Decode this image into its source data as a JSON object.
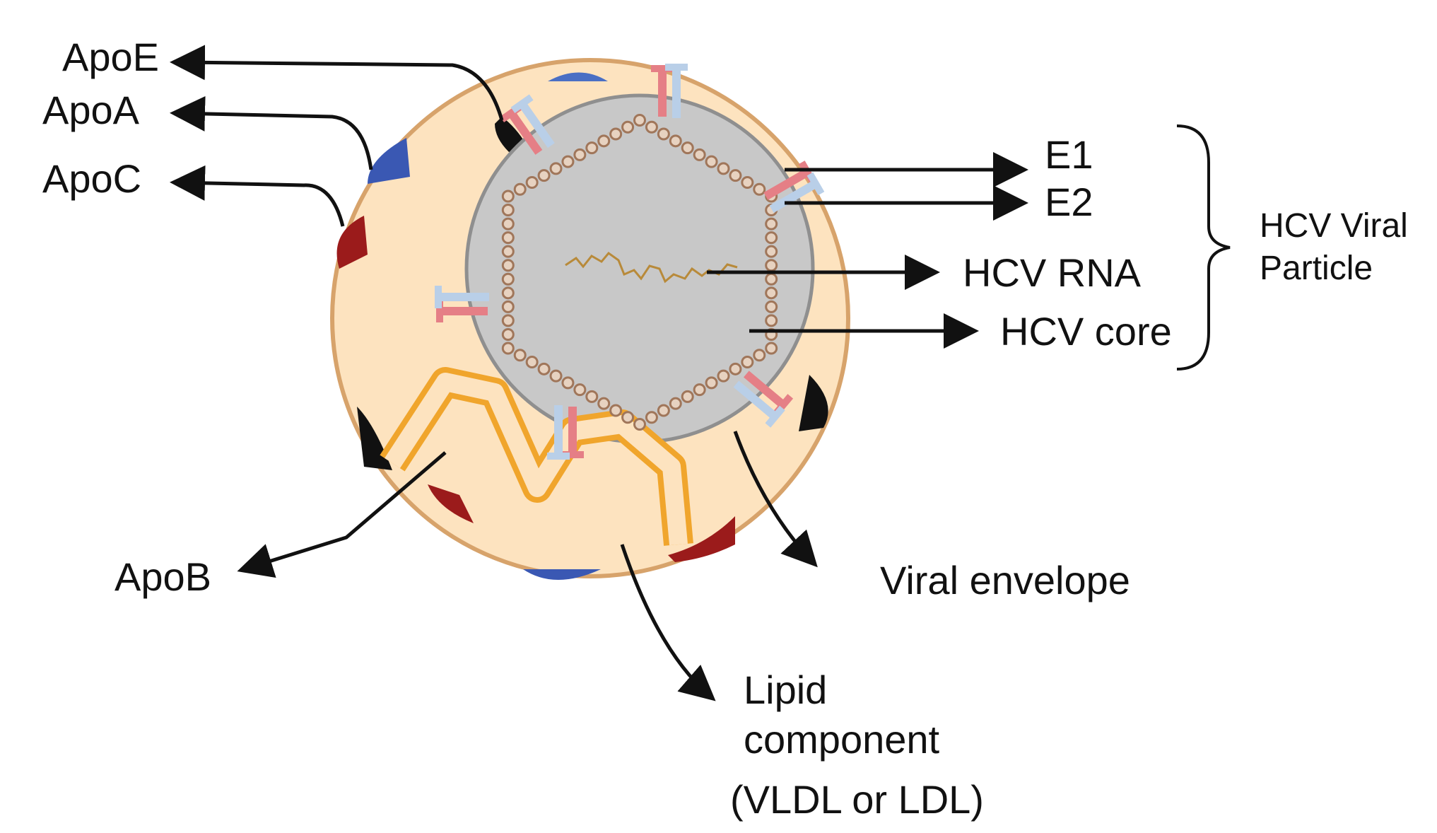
{
  "labels": {
    "apoe": "ApoE",
    "apoa": "ApoA",
    "apoc": "ApoC",
    "apob": "ApoB",
    "e1": "E1",
    "e2": "E2",
    "hcv_rna": "HCV RNA",
    "hcv_core": "HCV core",
    "hcv_viral_particle_line1": "HCV Viral",
    "hcv_viral_particle_line2": "Particle",
    "viral_envelope": "Viral envelope",
    "lipid_line1": "Lipid",
    "lipid_line2": "component",
    "lipid_line3": "(VLDL or LDL)"
  },
  "colors": {
    "lipid_fill": "#fde3bf",
    "lipid_outline": "#d7a36b",
    "viral_core": "#c8c8c8",
    "viral_core_outline": "#8f8f8f",
    "capsid_bead": "#a0765a",
    "rna": "#b88a3a",
    "apob_band": "#f0a52c",
    "apoe": "#111111",
    "apoa": "#3a58b3",
    "apoc": "#9b1b1b",
    "e1": "#e57f86",
    "e2": "#b9cfe8",
    "arrow": "#111111"
  }
}
